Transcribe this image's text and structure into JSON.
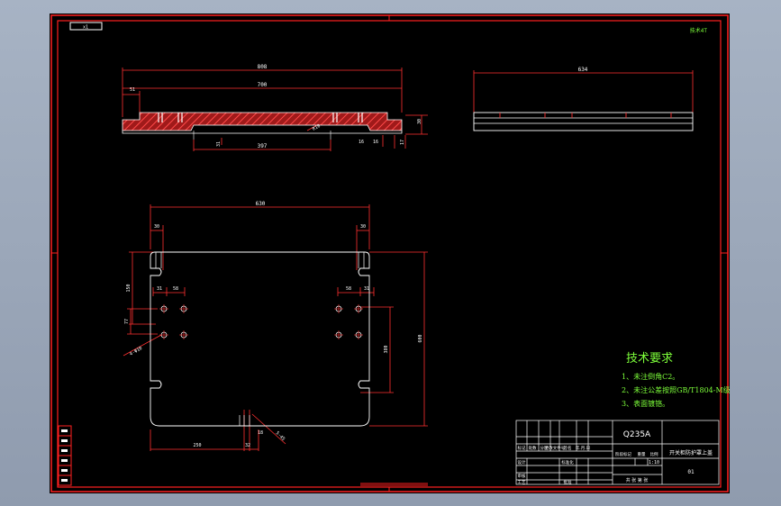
{
  "sheet": {
    "code_box": "x1",
    "top_right_note": "技术4T"
  },
  "side_view": {
    "dim_overall": "808",
    "dim_inner": "700",
    "dim_left_offset": "51",
    "dim_slot": "31",
    "dim_bottom": "397",
    "dim_r": "R10",
    "dim_small_a": "16",
    "dim_small_b": "16",
    "dim_thick": "17",
    "dim_height": "30"
  },
  "end_view": {
    "dim_width": "634"
  },
  "plan_view": {
    "dim_width": "630",
    "dim_slot_left": "30",
    "dim_slot_right": "30",
    "dim_left_height": "150",
    "dim_hole_x1": "31",
    "dim_hole_x2": "58",
    "dim_hole_x3": "58",
    "dim_hole_x4": "31",
    "dim_hole_y": "77",
    "dim_hole_pattern": "4-Φ10",
    "dim_right_height": "380",
    "dim_total_height": "600",
    "dim_bottom_left": "250",
    "dim_bottom_a": "32",
    "dim_bottom_b": "18",
    "dim_chamfer": "5-45"
  },
  "tech_req": {
    "title": "技术要求",
    "items": [
      "1、未注倒角C2。",
      "2、未注公差按照GB/T1804-M级执行。",
      "3、表面镀铬。"
    ]
  },
  "title_block": {
    "material": "Q235A",
    "part_name": "开关柜防护罩上盖",
    "drawing_no": "01",
    "scale": "1:10",
    "sheet_info": "共 张 第 张",
    "header_cells": [
      "标记",
      "处数",
      "分区",
      "更改文件号",
      "签名",
      "年.月.日"
    ],
    "role_design": "设计",
    "role_std": "标准化",
    "role_check": "审核",
    "role_process": "工艺",
    "role_approve": "批准",
    "stage_label": "阶段标记",
    "weight_label": "重量",
    "scale_label": "比例"
  },
  "colors": {
    "frame": "#ff2020",
    "outline": "#ffffff",
    "dimension": "#ff3030",
    "text": "#ffffff",
    "note": "#7dff3a",
    "hatch": "#ff3a3a"
  }
}
